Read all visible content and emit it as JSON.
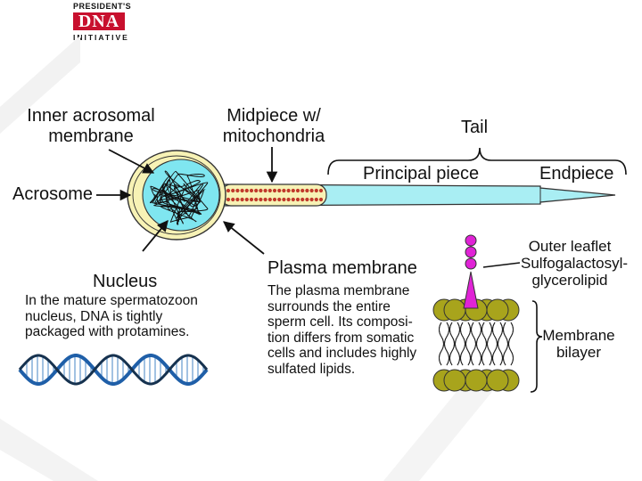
{
  "logo": {
    "line1": "PRESIDENT'S",
    "line2": "DNA",
    "line3": "INITIATIVE"
  },
  "labels": {
    "inner_acrosomal": [
      "Inner acrosomal",
      "membrane"
    ],
    "acrosome": "Acrosome",
    "midpiece": [
      "Midpiece w/",
      "mitochondria"
    ],
    "tail": "Tail",
    "principal_piece": "Principal piece",
    "endpiece": "Endpiece",
    "nucleus": "Nucleus",
    "plasma_membrane": "Plasma membrane",
    "outer_leaflet": [
      "Outer leaflet",
      "Sulfogalactosyl-",
      "glycerolipid"
    ],
    "membrane_bilayer": [
      "Membrane",
      "bilayer"
    ]
  },
  "descriptions": {
    "nucleus_text": [
      "In the mature spermatozoon",
      "nucleus, DNA is tightly",
      "packaged with protamines."
    ],
    "plasma_text": [
      "The plasma membrane",
      "surrounds the entire",
      "sperm cell.  Its composi-",
      "tion differs from somatic",
      "cells and includes highly",
      "sulfated lipids."
    ]
  },
  "colors": {
    "head_fill": "#f7f2b5",
    "nucleus_fill": "#7fe6f0",
    "tail_fill": "#a9eef3",
    "mito_dot": "#c0392b",
    "lipid_head": "#a8a41c",
    "glycolipid": "#e023d6",
    "dna_helix": "#1f5fa8",
    "logo_red": "#c8102e"
  }
}
